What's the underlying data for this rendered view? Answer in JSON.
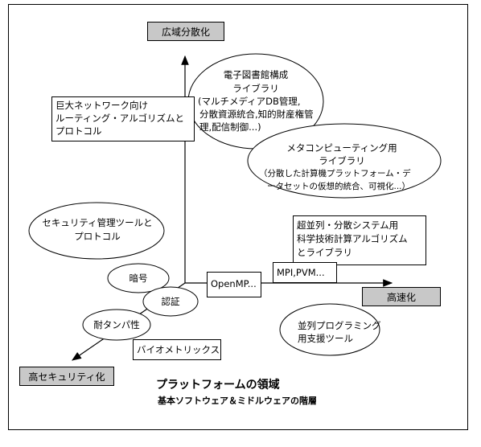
{
  "axes": {
    "wide_area": "広域分散化",
    "high_speed": "高速化",
    "high_security": "高セキュリティ化"
  },
  "nodes": {
    "digital_library": [
      "電子図書館構成",
      "ライブラリ",
      "(マルチメディアDB管理,",
      "分散資源統合,知的財産権管",
      "理,配信制御...)"
    ],
    "metacomputing": [
      "メタコンピューティング用",
      "ライブラリ",
      "（分散した計算機プラットフォーム・デ",
      "ータセットの仮想的統合、可視化...）"
    ],
    "network": [
      "巨大ネットワーク向け",
      "ルーティング・アルゴリズムと",
      "プロトコル"
    ],
    "security_mgmt": [
      "セキュリティ管理ツールと",
      "プロトコル"
    ],
    "parallel_algo": [
      "超並列・分散システム用",
      "科学技術計算アルゴリズム",
      "とライブラリ"
    ],
    "parallel_tools": [
      "並列プログラミング",
      "用支援ツール"
    ],
    "crypto": "暗号",
    "auth": "認証",
    "tamper": "耐タンパ性",
    "biometrics": "バイオメトリックス",
    "openmp": "OpenMP...",
    "mpi": "MPI,PVM..."
  },
  "title": {
    "main": "プラットフォームの領域",
    "sub": "基本ソフトウェア＆ミドルウェアの階層"
  }
}
